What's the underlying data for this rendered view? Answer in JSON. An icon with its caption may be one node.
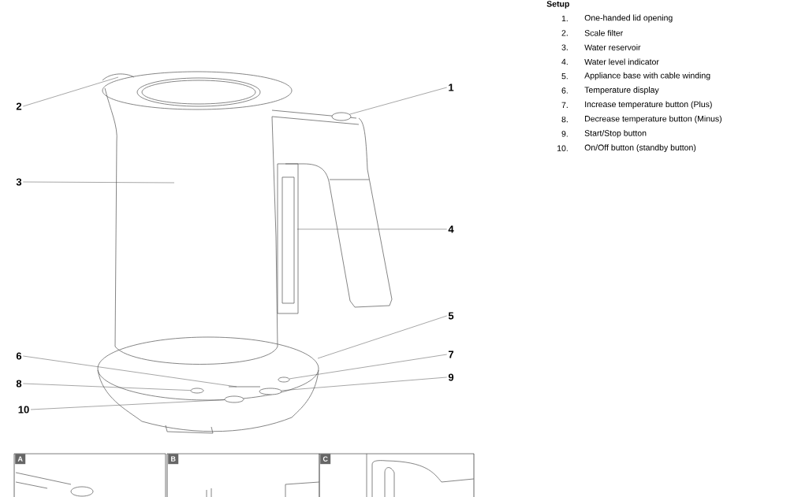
{
  "diagram": {
    "title": "Setup",
    "nodes": [
      {
        "text": [
          "1"
        ]
      },
      {
        "text": [
          "2"
        ]
      },
      {
        "text": [
          "3"
        ]
      },
      {
        "text": [
          "4"
        ]
      },
      {
        "text": [
          "5"
        ]
      },
      {
        "text": [
          "6"
        ]
      },
      {
        "text": [
          "7"
        ]
      },
      {
        "text": [
          "8"
        ]
      },
      {
        "text": [
          "9"
        ]
      },
      {
        "text": [
          "10"
        ]
      },
      {
        "text": [],
        "shape": "circle"
      },
      {
        "text": [],
        "shape": "circle"
      },
      {
        "text": [],
        "shape": "circle"
      },
      {
        "text": [],
        "shape": "circle"
      },
      {
        "text": [],
        "shape": "circle"
      }
    ],
    "edges": [
      {
        "from": 0,
        "to": 14,
        "arrow": "none"
      },
      {
        "from": 1,
        "to": null,
        "arrow": "none"
      },
      {
        "from": 2,
        "to": null,
        "arrow": "none"
      },
      {
        "from": 3,
        "to": null,
        "arrow": "none"
      },
      {
        "from": 4,
        "to": null,
        "arrow": "none"
      },
      {
        "from": 5,
        "to": null,
        "arrow": "none"
      },
      {
        "from": 6,
        "to": 13,
        "arrow": "none"
      },
      {
        "from": 7,
        "to": 10,
        "arrow": "none"
      },
      {
        "from": 8,
        "to": 12,
        "arrow": "none"
      },
      {
        "from": 9,
        "to": 11,
        "arrow": "none"
      }
    ],
    "labels": [
      "1.",
      "One-handed lid opening",
      "2.",
      "Scale filter",
      "3.",
      "Water reservoir",
      "4.",
      "Water level indicator",
      "5.",
      "Appliance base with cable winding",
      "6.",
      "Temperature display",
      "7.",
      "Increase temperature button (Plus)",
      "8.",
      "Decrease temperature button (Minus)",
      "9.",
      "Start/Stop button",
      "10.",
      "On/Off button (standby button)",
      "A",
      "B",
      "C"
    ]
  }
}
